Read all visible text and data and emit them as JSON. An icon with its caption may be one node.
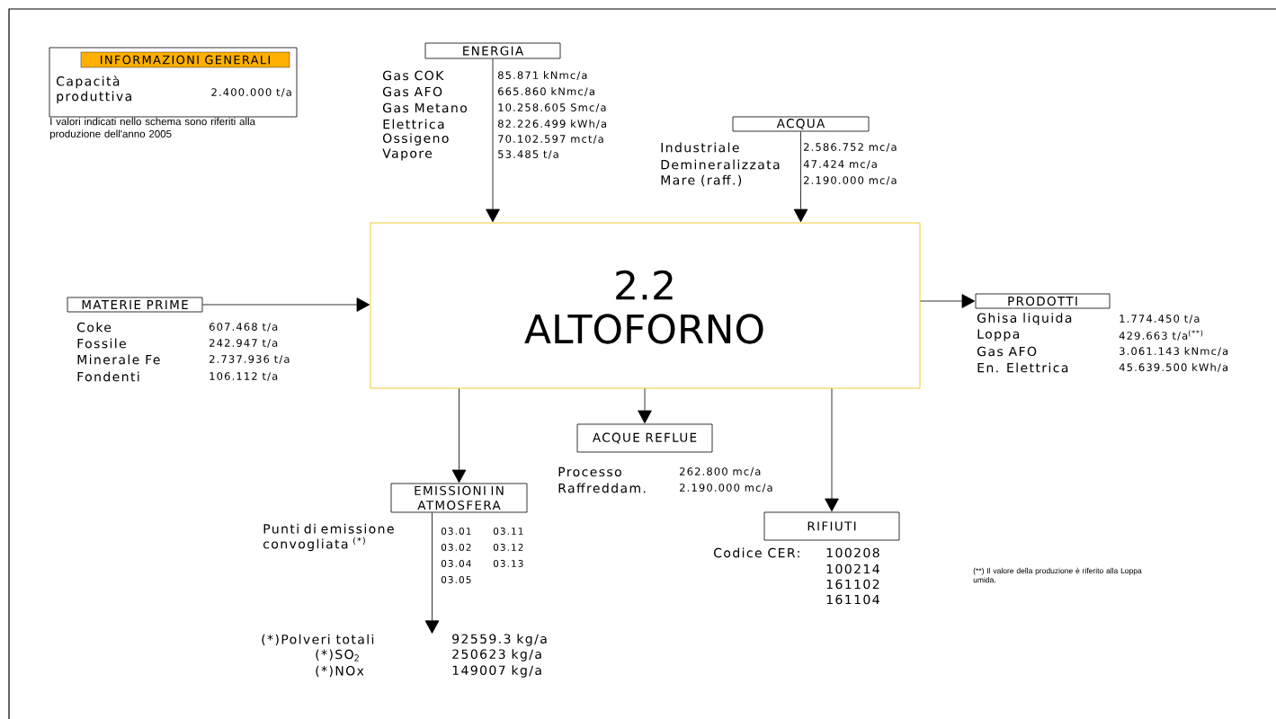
{
  "diagram": {
    "nodes": [
      {
        "text": [
          "INFORMAZIONI GENERALI",
          "Capacità produttiva",
          "2.400.000 t/a"
        ]
      },
      {
        "text": [
          "ENERGIA"
        ]
      },
      {
        "text": [
          "ACQUA"
        ]
      },
      {
        "text": [
          "2.2",
          "ALTOFORNO"
        ]
      },
      {
        "text": [
          "MATERIE PRIME"
        ]
      },
      {
        "text": [
          "PRODOTTI"
        ]
      },
      {
        "text": [
          "ACQUE REFLUE"
        ]
      },
      {
        "text": [
          "EMISSIONI IN ATMOSFERA"
        ]
      },
      {
        "text": [
          "RIFIUTI"
        ]
      }
    ],
    "edges": [
      {
        "from": 1,
        "to": 3,
        "arrow": "to"
      },
      {
        "from": 2,
        "to": 3,
        "arrow": "to"
      },
      {
        "from": 4,
        "to": 3,
        "arrow": "to"
      },
      {
        "from": 3,
        "to": 5,
        "arrow": "to"
      },
      {
        "from": 3,
        "to": 6,
        "arrow": "to"
      },
      {
        "from": 3,
        "to": 7,
        "arrow": "to"
      },
      {
        "from": 3,
        "to": 8,
        "arrow": "to"
      },
      {
        "from": 7,
        "to": null,
        "arrow": "to"
      }
    ],
    "labels": [
      "I valori indicati nello schema sono riferiti alla produzione dell'anno 2005",
      "Gas COK",
      "85.871 kNmc/a",
      "Gas AFO",
      "665.860 kNmc/a",
      "Gas Metano",
      "10.258.605 Smc/a",
      "Elettrica",
      "82.226.499 kWh/a",
      "Ossigeno",
      "70.102.597 mct/a",
      "Vapore",
      "53.485 t/a",
      "Industriale",
      "2.586.752 mc/a",
      "Demineralizzata",
      "47.424 mc/a",
      "Mare (raff.)",
      "2.190.000 mc/a",
      "Coke",
      "607.468 t/a",
      "Fossile",
      "242.947 t/a",
      "Minerale Fe",
      "2.737.936 t/a",
      "Fondenti",
      "106.112 t/a",
      "Ghisa liquida",
      "1.774.450 t/a",
      "Loppa",
      "429.663 t/a$^{(**)}$",
      "Gas AFO",
      "3.061.143 kNmc/a",
      "En. Elettrica",
      "45.639.500 kWh/a",
      "Processo",
      "262.800 mc/a",
      "Raffreddam.",
      "2.190.000 mc/a",
      "Punti di emissione convogliata $^{(*)}$",
      "03.01",
      "03.11",
      "03.02",
      "03.12",
      "03.04",
      "03.13",
      "03.05",
      "Codice CER:",
      "100208",
      "100214",
      "161102",
      "161104",
      "(**) Il valore della produzione è riferito alla Loppa umida.",
      "(*)Polveri totali",
      "92559.3 kg/a",
      "(*)SO$_{2}$",
      "250623 kg/a",
      "(*)NOx",
      "149007 kg/a"
    ]
  }
}
